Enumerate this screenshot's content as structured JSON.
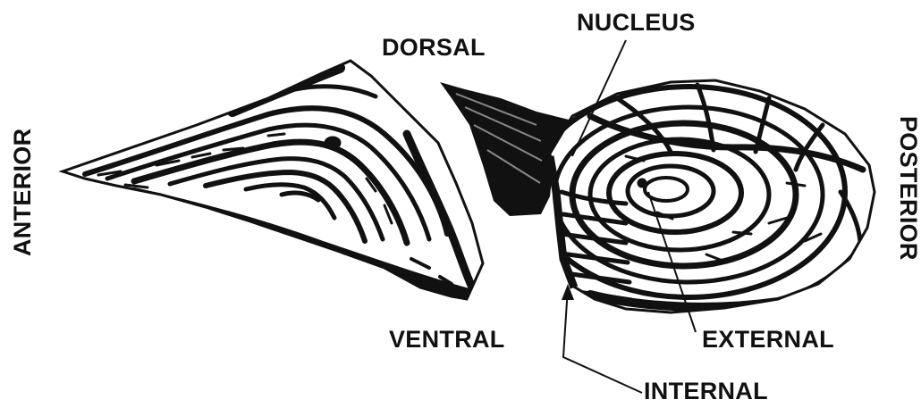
{
  "labels": {
    "dorsal": "DORSAL",
    "nucleus": "NUCLEUS",
    "anterior": "ANTERIOR",
    "posterior": "POSTERIOR",
    "ventral": "VENTRAL",
    "external": "EXTERNAL",
    "internal": "INTERNAL"
  },
  "colors": {
    "ink": "#111111",
    "background": "#ffffff"
  }
}
